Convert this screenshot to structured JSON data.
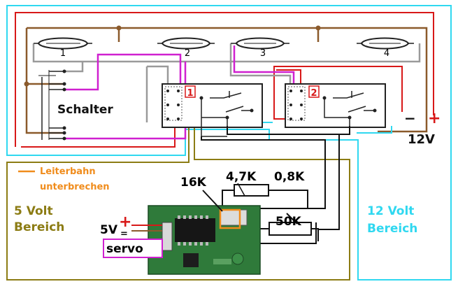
{
  "reed_labels": [
    "1",
    "2",
    "3",
    "4"
  ],
  "relay_labels": [
    "1",
    "2"
  ],
  "switch_label": "Schalter",
  "supply_12v": {
    "label": "12V",
    "minus": "−",
    "plus": "+"
  },
  "legend": {
    "line1": "Leiterbahn",
    "line2": "unterbrechen"
  },
  "zone_5v": {
    "line1": "5 Volt",
    "line2": "Bereich"
  },
  "zone_12v": {
    "line1": "12 Volt",
    "line2": "Bereich"
  },
  "resistors": {
    "r16k": "16K",
    "r47k": "4,7K",
    "r08k": "0,8K",
    "pot50k": "50K"
  },
  "supply_5v": {
    "label": "5V",
    "plus": "+",
    "minus": "="
  },
  "servo_label": "servo",
  "colors": {
    "brown": "#8b5a2b",
    "gray": "#9a9a9a",
    "magenta": "#d020d0",
    "red": "#d81818",
    "cyan": "#30d8f0",
    "olive": "#8c7c14",
    "orange": "#f08c1c",
    "black": "#111111",
    "pcb_green": "#2f7a3a"
  }
}
